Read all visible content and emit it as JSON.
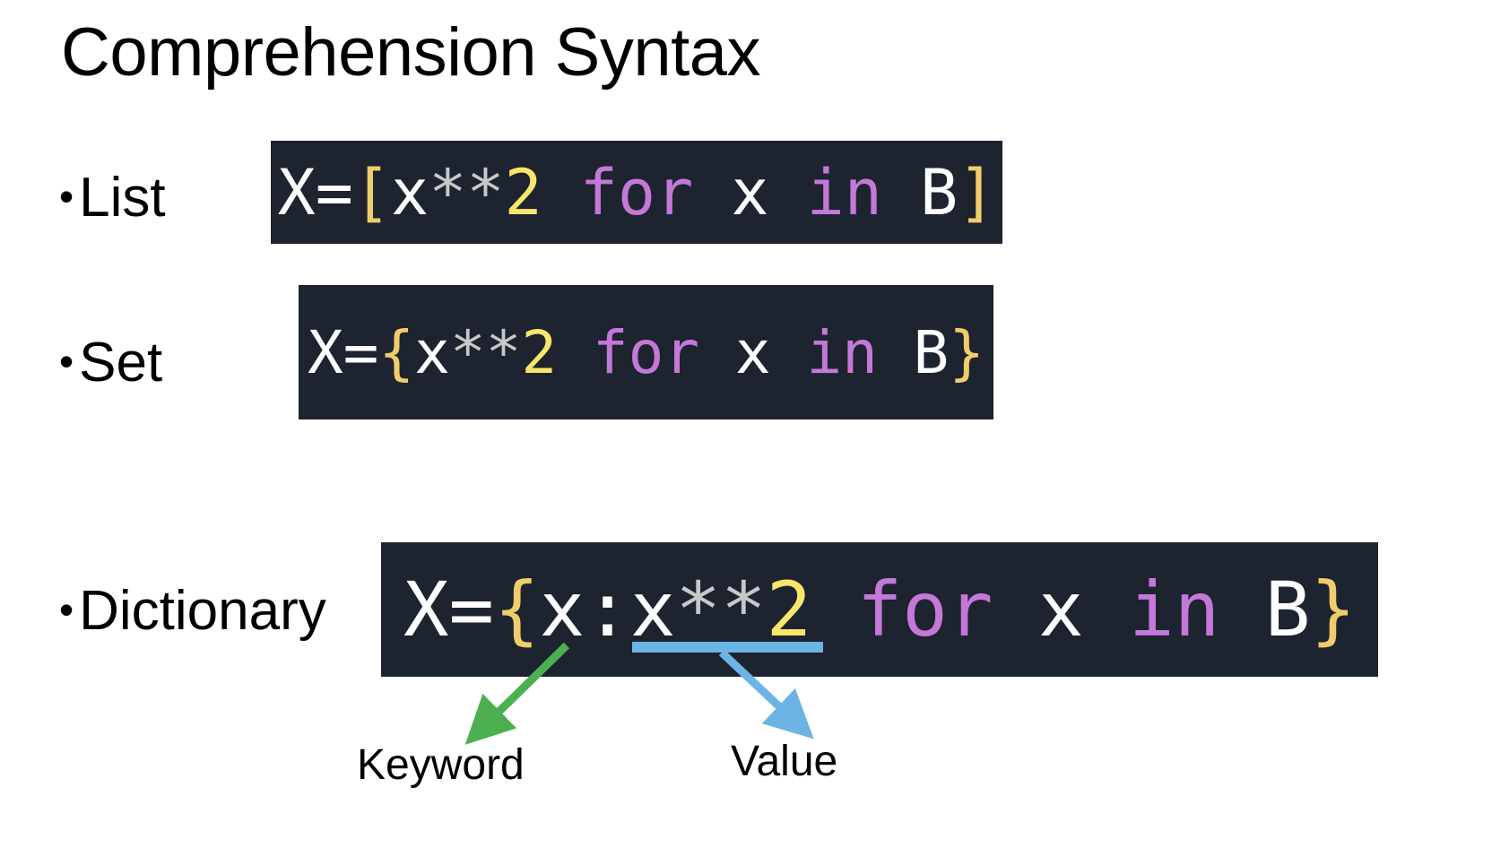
{
  "title": "Comprehension Syntax",
  "bullet_char": "•",
  "bullets": [
    {
      "label": "List",
      "code": [
        {
          "t": "X=",
          "c": "plain"
        },
        {
          "t": "[",
          "c": "bracket"
        },
        {
          "t": "x",
          "c": "plain"
        },
        {
          "t": "**",
          "c": "op"
        },
        {
          "t": "2",
          "c": "num"
        },
        {
          "t": " for",
          "c": "kw"
        },
        {
          "t": " x ",
          "c": "plain"
        },
        {
          "t": "in",
          "c": "kw"
        },
        {
          "t": " B",
          "c": "plain"
        },
        {
          "t": "]",
          "c": "bracket"
        }
      ]
    },
    {
      "label": "Set",
      "code": [
        {
          "t": "X=",
          "c": "plain"
        },
        {
          "t": "{",
          "c": "bracket"
        },
        {
          "t": "x",
          "c": "plain"
        },
        {
          "t": "**",
          "c": "op"
        },
        {
          "t": "2",
          "c": "num"
        },
        {
          "t": " for",
          "c": "kw"
        },
        {
          "t": " x ",
          "c": "plain"
        },
        {
          "t": "in",
          "c": "kw"
        },
        {
          "t": " B",
          "c": "plain"
        },
        {
          "t": "}",
          "c": "bracket"
        }
      ]
    },
    {
      "label": "Dictionary",
      "code": [
        {
          "t": "X=",
          "c": "plain"
        },
        {
          "t": "{",
          "c": "bracket"
        },
        {
          "t": "x:",
          "c": "plain"
        },
        {
          "t": "x",
          "c": "plain"
        },
        {
          "t": "**",
          "c": "op"
        },
        {
          "t": "2",
          "c": "num"
        },
        {
          "t": " for",
          "c": "kw"
        },
        {
          "t": " x ",
          "c": "plain"
        },
        {
          "t": "in",
          "c": "kw"
        },
        {
          "t": " B",
          "c": "plain"
        },
        {
          "t": "}",
          "c": "bracket"
        }
      ]
    }
  ],
  "annotations": {
    "keyword_label": "Keyword",
    "value_label": "Value",
    "keyword_color": "#4caf50",
    "value_color": "#6cb4e4"
  },
  "colors": {
    "code_background": "#1e2330",
    "plain": "#ffffff",
    "bracket": "#f0cd6a",
    "number": "#f7e66b",
    "keyword": "#c478d8",
    "operator": "#c8c8c8"
  }
}
